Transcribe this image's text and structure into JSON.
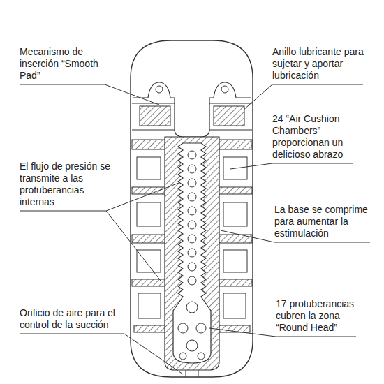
{
  "diagram": {
    "labels": [
      "Mecanismo de inserción “Smooth Pad”",
      "Anillo lubricante para sujetar y aportar lubricación",
      "24 “Air Cushion Chambers” proporcionan un delicioso abrazo",
      "El flujo de presión se transmite a las protuberancias internas",
      "La base se comprime para aumentar la estimulación",
      "Orificio de aire para el control de la succión",
      "17 protuberancias cubren la zona “Round Head”"
    ]
  }
}
